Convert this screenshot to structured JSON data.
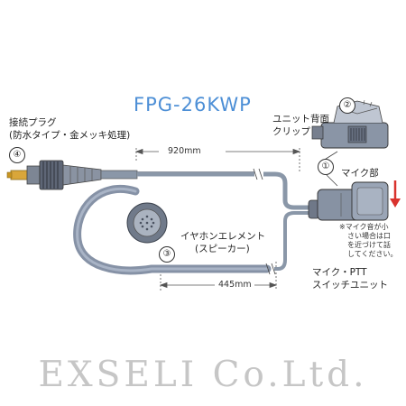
{
  "title": "FPG-26KWP",
  "labels": {
    "plug_line1": "接続プラグ",
    "plug_line2": "(防水タイプ・金メッキ処理)",
    "clip_line1": "ユニット背面",
    "clip_line2": "クリップ",
    "mic": "マイク部",
    "earphone_line1": "イヤホンエレメント",
    "earphone_line2": "(スピーカー)",
    "ptt_line1": "マイク・PTT",
    "ptt_line2": "スイッチユニット"
  },
  "numbers": {
    "n1": "①",
    "n2": "②",
    "n3": "③",
    "n4": "④"
  },
  "dimensions": {
    "top_cable": "920mm",
    "bottom_cable": "445mm"
  },
  "note": {
    "line1": "※マイク音が小",
    "line2": "さい場合は口",
    "line3": "を近づけて話",
    "line4": "してください。"
  },
  "watermark": "EXSELI Co.Ltd.",
  "colors": {
    "title": "#4d8fd6",
    "cable": "#8a97a8",
    "unit": "#8792a3",
    "arrow": "#d9332e"
  }
}
